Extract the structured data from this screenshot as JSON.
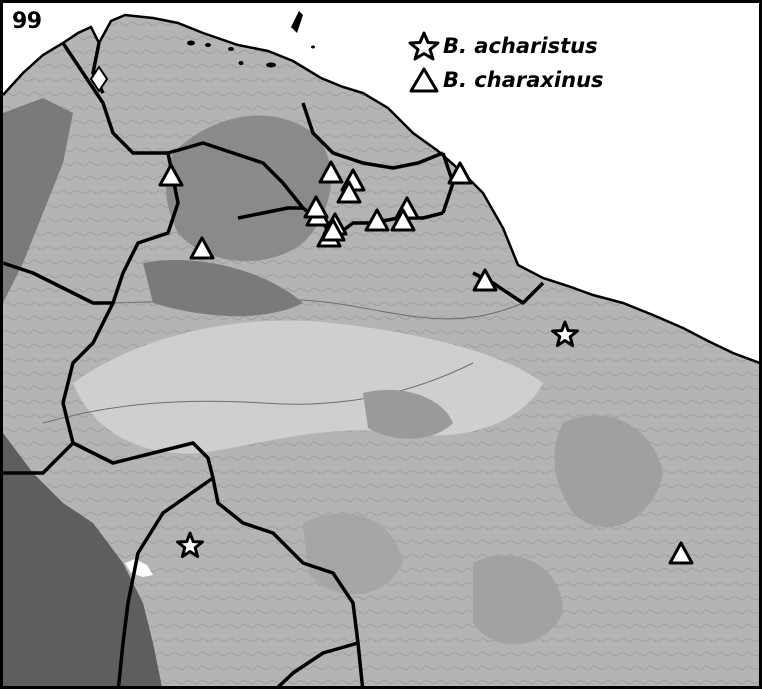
{
  "figure": {
    "number": "99"
  },
  "legend": [
    {
      "symbol": "star-icon",
      "label": "B. acharistus"
    },
    {
      "symbol": "triangle-icon",
      "label": "B. charaxinus"
    }
  ],
  "records": {
    "star_count": 2,
    "triangle_count": 16
  },
  "colors": {
    "ocean": "#ffffff",
    "lowland": "#b4b4b4",
    "upland": "#8a8a8a",
    "andes": "#5e5e5e",
    "boundary": "#000000",
    "marker_fill": "#ffffff",
    "marker_stroke": "#000000"
  }
}
